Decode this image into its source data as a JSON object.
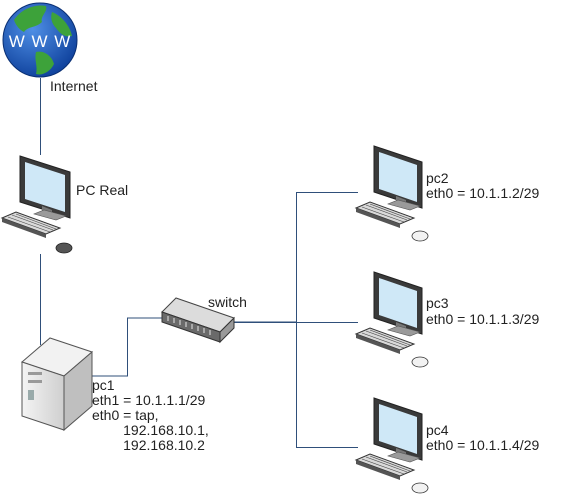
{
  "nodes": {
    "internet": {
      "label": "Internet",
      "globe_text": "W W W"
    },
    "pc_real": {
      "label": "PC Real"
    },
    "switch": {
      "label": "switch"
    },
    "pc1": {
      "name": "pc1",
      "lines": [
        "eth1 = 10.1.1.1/29",
        "eth0 = tap,",
        "        192.168.10.1,",
        "        192.168.10.2"
      ]
    },
    "pc2": {
      "name": "pc2",
      "eth": "eth0 = 10.1.1.2/29"
    },
    "pc3": {
      "name": "pc3",
      "eth": "eth0 = 10.1.1.3/29"
    },
    "pc4": {
      "name": "pc4",
      "eth": "eth0 = 10.1.1.4/29"
    }
  },
  "colors": {
    "link": "#2f4f7a",
    "globe_ocean": "#1c5fc4",
    "globe_land": "#3da23a",
    "screen": "#cfe8f7",
    "case": "#e4e4e4"
  }
}
